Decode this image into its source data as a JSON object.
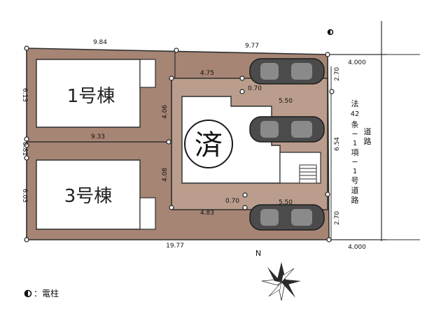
{
  "plot": {
    "buildings": [
      {
        "label": "1号棟"
      },
      {
        "label": "3号棟"
      }
    ],
    "sold_mark": "済",
    "dimensions": {
      "top_left": "9.84",
      "top_right": "9.77",
      "mid_width": "9.33",
      "bottom": "19.77",
      "left_top": "6.13",
      "left_mid": "0.81",
      "left_bottom": "6.03",
      "court_top": "4.75",
      "court_bottom": "4.83",
      "court_left_top": "4.06",
      "court_left_bottom": "4.08",
      "gap_top": "0.70",
      "gap_bottom": "0.70",
      "parking_top": "5.50",
      "parking_bottom": "5.50",
      "right_top": "2.70",
      "right_mid": "6.54",
      "right_bottom": "2.70",
      "road_top": "4.000",
      "road_bottom": "4.000"
    },
    "road_label": [
      "法",
      "42",
      "条",
      "−",
      "1",
      "項",
      "−",
      "1",
      "号",
      "道",
      "路"
    ],
    "road_label_suffix": "道路",
    "north": "N"
  },
  "legend": {
    "symbol": "◐",
    "text": "：電柱"
  },
  "colors": {
    "lot": "#a68574",
    "driveway": "#ba9d8c",
    "outline": "#2e2e2e",
    "building": "#ffffff"
  }
}
